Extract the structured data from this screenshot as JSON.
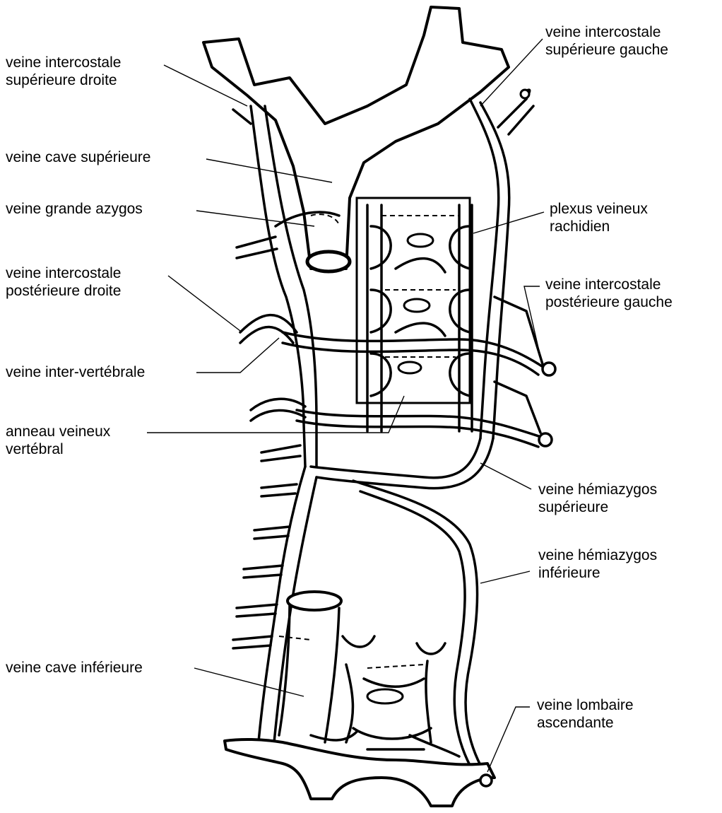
{
  "labels": {
    "intercostale_sup_droite": [
      "veine intercostale",
      "supérieure droite"
    ],
    "intercostale_sup_gauche": [
      "veine intercostale",
      "supérieure gauche"
    ],
    "cave_superieure": "veine cave supérieure",
    "grande_azygos": "veine grande azygos",
    "plexus": [
      "plexus veineux",
      "rachidien"
    ],
    "intercostale_post_droite": [
      "veine intercostale",
      "postérieure droite"
    ],
    "intercostale_post_gauche": [
      "veine intercostale",
      "postérieure gauche"
    ],
    "inter_vertebrale": "veine inter-vertébrale",
    "anneau": [
      "anneau veineux",
      "vertébral"
    ],
    "hemiazygos_sup": [
      "veine hémiazygos",
      "supérieure"
    ],
    "hemiazygos_inf": [
      "veine hémiazygos",
      "inférieure"
    ],
    "cave_inferieure": "veine cave inférieure",
    "lombaire": [
      "veine lombaire",
      "ascendante"
    ]
  }
}
